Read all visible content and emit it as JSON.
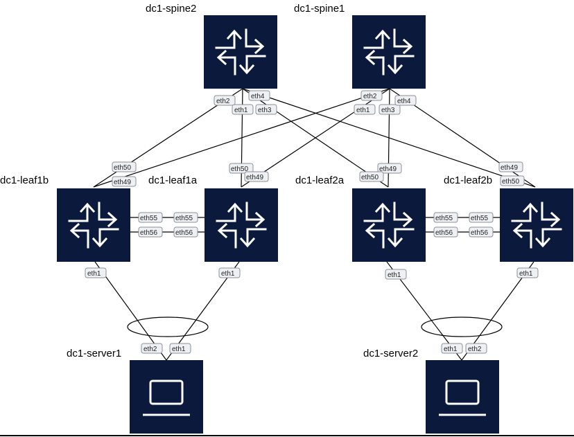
{
  "nodes": {
    "spine2": {
      "label": "dc1-spine2",
      "icon": "router-icon"
    },
    "spine1": {
      "label": "dc1-spine1",
      "icon": "router-icon"
    },
    "leaf1b": {
      "label": "dc1-leaf1b",
      "icon": "router-icon"
    },
    "leaf1a": {
      "label": "dc1-leaf1a",
      "icon": "router-icon"
    },
    "leaf2a": {
      "label": "dc1-leaf2a",
      "icon": "router-icon"
    },
    "leaf2b": {
      "label": "dc1-leaf2b",
      "icon": "router-icon"
    },
    "server1": {
      "label": "dc1-server1",
      "icon": "laptop-icon"
    },
    "server2": {
      "label": "dc1-server2",
      "icon": "laptop-icon"
    }
  },
  "ports": {
    "spine2_eth2": "eth2",
    "spine2_eth1": "eth1",
    "spine2_eth4": "eth4",
    "spine2_eth3": "eth3",
    "spine1_eth2": "eth2",
    "spine1_eth1": "eth1",
    "spine1_eth3": "eth3",
    "spine1_eth4": "eth4",
    "leaf1b_eth50": "eth50",
    "leaf1b_eth49": "eth49",
    "leaf1a_eth50": "eth50",
    "leaf1a_eth49": "eth49",
    "leaf2a_eth49": "eth49",
    "leaf2a_eth50": "eth50",
    "leaf2b_eth49": "eth49",
    "leaf2b_eth50": "eth50",
    "leaf1b_eth55": "eth55",
    "leaf1b_eth56": "eth56",
    "leaf1a_eth55": "eth55",
    "leaf1a_eth56": "eth56",
    "leaf2a_eth55": "eth55",
    "leaf2a_eth56": "eth56",
    "leaf2b_eth55": "eth55",
    "leaf2b_eth56": "eth56",
    "leaf1b_eth1": "eth1",
    "leaf1a_eth1": "eth1",
    "leaf2a_eth1": "eth1",
    "leaf2b_eth1": "eth1",
    "server1_eth2": "eth2",
    "server1_eth1": "eth1",
    "server2_eth1": "eth1",
    "server2_eth2": "eth2"
  },
  "colors": {
    "device": "#0b1a3c",
    "glyph": "#ffffff",
    "link": "#000000",
    "port_bg": "#eef0f3"
  }
}
